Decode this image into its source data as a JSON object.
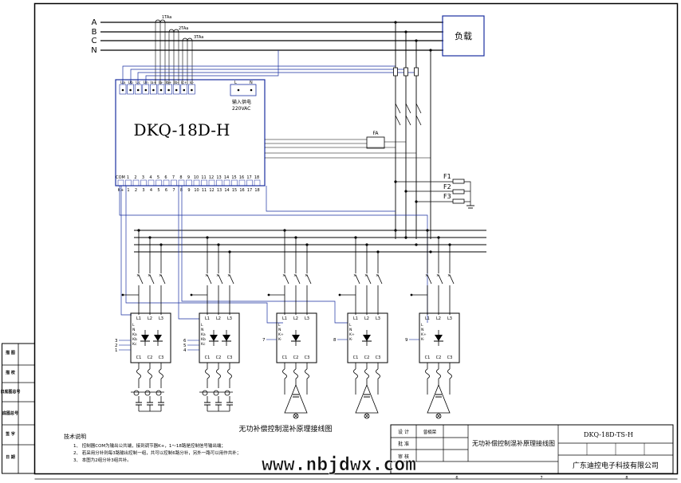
{
  "buses": [
    "A",
    "B",
    "C",
    "N"
  ],
  "ct_labels": [
    "1TAa",
    "2TAa",
    "3TAa"
  ],
  "load_label": "负载",
  "controller": {
    "model": "DKQ-18D-H",
    "top_terminals": [
      "Ua",
      "Ub",
      "Uc",
      "Un",
      "Ia+",
      "Ia-",
      "Ib+",
      "Ib-",
      "Ic+",
      "Ic-"
    ],
    "power_terminals": [
      "L",
      "N"
    ],
    "power_label_1": "输入供电",
    "power_label_2": "220VAC",
    "bottom_terminals": [
      "COM",
      "1",
      "2",
      "3",
      "4",
      "5",
      "6",
      "7",
      "8",
      "9",
      "10",
      "11",
      "12",
      "13",
      "14",
      "15",
      "16",
      "17",
      "18"
    ],
    "output_labels": [
      "K+",
      "1",
      "2",
      "3",
      "4",
      "5",
      "6",
      "7",
      "8",
      "9",
      "10",
      "11",
      "12",
      "13",
      "14",
      "15",
      "16",
      "17",
      "18"
    ]
  },
  "fuses": {
    "fa": "FA",
    "f": [
      "F1",
      "F2",
      "F3"
    ]
  },
  "modules": {
    "top_labels": [
      "L1",
      "L2",
      "L3"
    ],
    "bottom_labels": [
      "C1",
      "C2",
      "C3"
    ],
    "split_inputs": [
      "L",
      "N",
      "Ka",
      "Kb",
      "Kc"
    ],
    "common_inputs": [
      "L",
      "N",
      "K+",
      "K-"
    ],
    "split_numbers": [
      [
        "3",
        "2",
        "1"
      ],
      [
        "6",
        "5",
        "4"
      ]
    ],
    "common_numbers": [
      "7",
      "8",
      "9"
    ]
  },
  "diagram_title": "无功补偿控制混补原理接线图",
  "notes": {
    "title": "技术说明",
    "lines": [
      "1、 控制器COM为输出公共端，接到调节器K+，1～18路是控制信号输出端；",
      "2、 若采用分补则每3路输出控制一组，共可以控制6路分补，另外一路可以用作共补；",
      "3、 本图为2组分补3组共补。"
    ]
  },
  "side_stamps": [
    "描 图",
    "描 校",
    "旧底图总号",
    "底图总号",
    "签 字",
    "日 期"
  ],
  "title_block": {
    "role_labels": [
      "设 计",
      "批 准",
      "审 核"
    ],
    "designer": "曾楠荣",
    "title": "无功补偿控制混补原理接线图",
    "drawing_no": "DKQ-18D-TS-H",
    "company": "广东迪控电子科技有限公司"
  },
  "grid_numbers": [
    "6",
    "7",
    "8"
  ],
  "watermark": "www.nbjdwx.com"
}
